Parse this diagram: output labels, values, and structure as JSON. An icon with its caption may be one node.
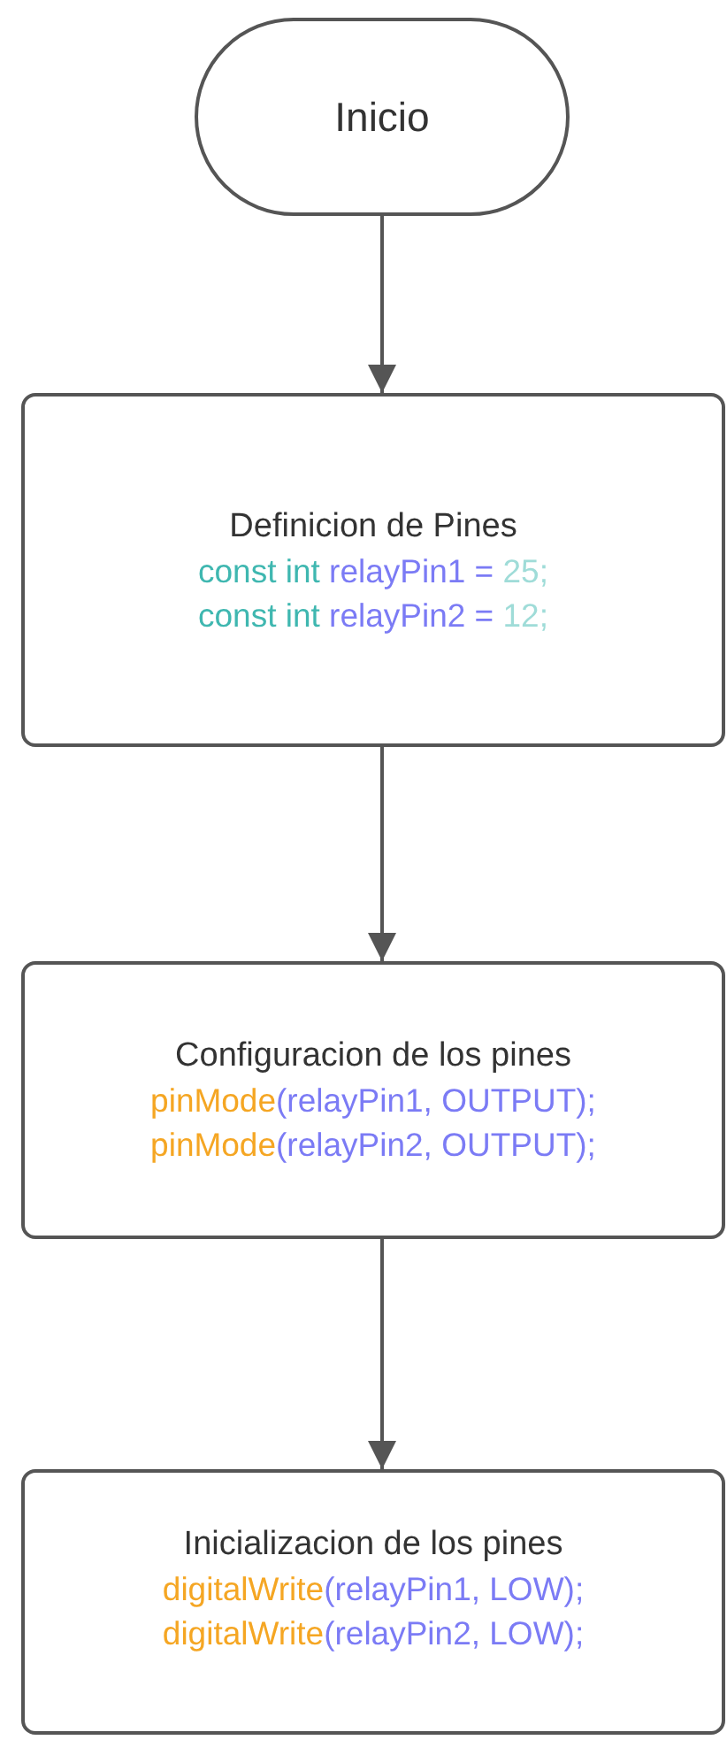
{
  "diagram": {
    "nodes": [
      {
        "text": [
          "Inicio"
        ]
      },
      {
        "text": [
          "Definicion de Pines",
          "const int relayPin1 = 25;",
          "const int relayPin2 = 12;"
        ]
      },
      {
        "text": [
          "Configuracion de los pines",
          "pinMode(relayPin1, OUTPUT);",
          "pinMode(relayPin2, OUTPUT);"
        ]
      },
      {
        "text": [
          "Inicializacion de los pines",
          "digitalWrite(relayPin1, LOW);",
          "digitalWrite(relayPin2, LOW);"
        ]
      }
    ],
    "edges": [
      {
        "from": 0,
        "to": 1,
        "arrow": "to"
      },
      {
        "from": 1,
        "to": 2,
        "arrow": "to"
      },
      {
        "from": 2,
        "to": 3,
        "arrow": "to"
      }
    ]
  }
}
